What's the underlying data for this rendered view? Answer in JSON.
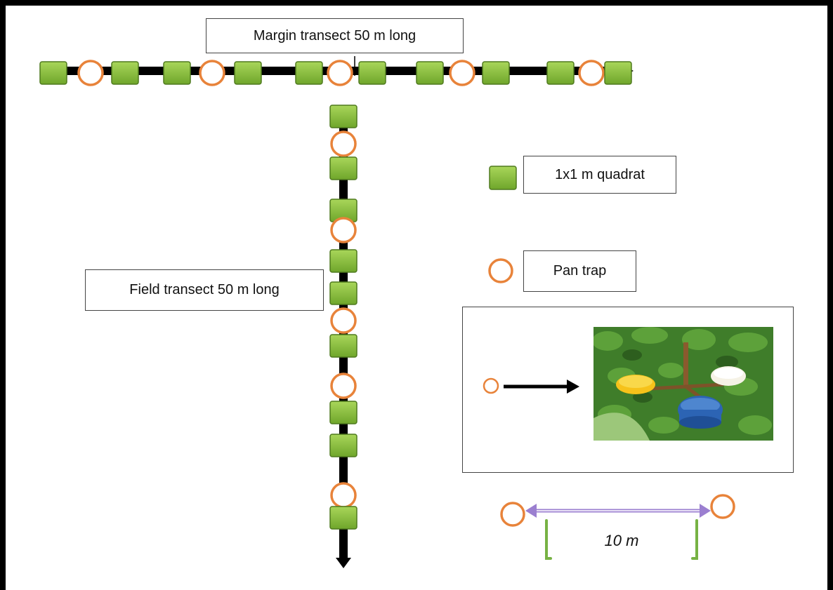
{
  "labels": {
    "margin_transect": "Margin transect 50 m long",
    "field_transect": "Field transect 50 m long",
    "quadrat_legend": "1x1 m quadrat",
    "pan_trap_legend": "Pan trap",
    "scale": "10 m"
  },
  "colors": {
    "quadrat_fill": "#8cc43a",
    "quadrat_border": "#4f7a1e",
    "trap_stroke": "#e8833a",
    "transect_line": "#000000",
    "scale_arrow": "#9b7fd0",
    "scale_bracket": "#77b244"
  },
  "margin_transect_sequence": [
    "quadrat",
    "trap",
    "quadrat",
    "quadrat",
    "trap",
    "quadrat",
    "quadrat",
    "trap",
    "quadrat",
    "quadrat",
    "trap",
    "quadrat",
    "quadrat",
    "trap",
    "quadrat"
  ],
  "field_transect_sequence": [
    "quadrat",
    "trap",
    "quadrat",
    "quadrat",
    "trap",
    "quadrat",
    "quadrat",
    "trap",
    "quadrat",
    "trap",
    "quadrat",
    "quadrat",
    "trap",
    "quadrat"
  ],
  "photo": {
    "subject": "pan-trap-photo",
    "bowl_colors": [
      "#f6c21a",
      "#f5f2e6",
      "#2c64b4"
    ]
  }
}
